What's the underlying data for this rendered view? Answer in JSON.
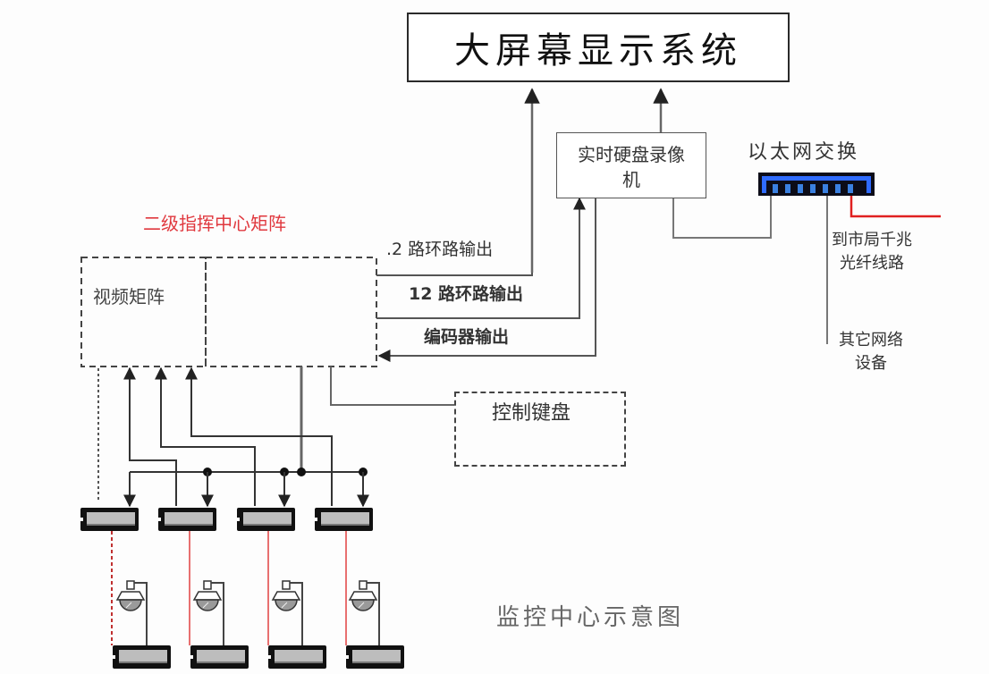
{
  "display_system": {
    "label": "大屏幕显示系统"
  },
  "dvr": {
    "label_line1": "实时硬盘录像",
    "label_line2": "机"
  },
  "ethernet_switch": {
    "label": "以太网交换",
    "port_count": 7,
    "color": "#2f6bff"
  },
  "matrix": {
    "group_label": "二级指挥中心矩阵",
    "group_label_color": "#e0383e",
    "video_matrix_label": "视频矩阵"
  },
  "outputs": {
    "loop_2": ".2 路环路输出",
    "loop_12": "12 路环路输出",
    "encoder": "编码器输出"
  },
  "keyboard": {
    "label": "控制键盘"
  },
  "city_link": {
    "line1": "到市局千兆",
    "line2": "光纤线路",
    "color": "#e02020"
  },
  "other_network": {
    "line1": "其它网络",
    "line2": "设备"
  },
  "caption": "监控中心示意图",
  "devices": {
    "decoder_count": 4,
    "camera_count": 4,
    "red_line_color": "#e87070"
  }
}
